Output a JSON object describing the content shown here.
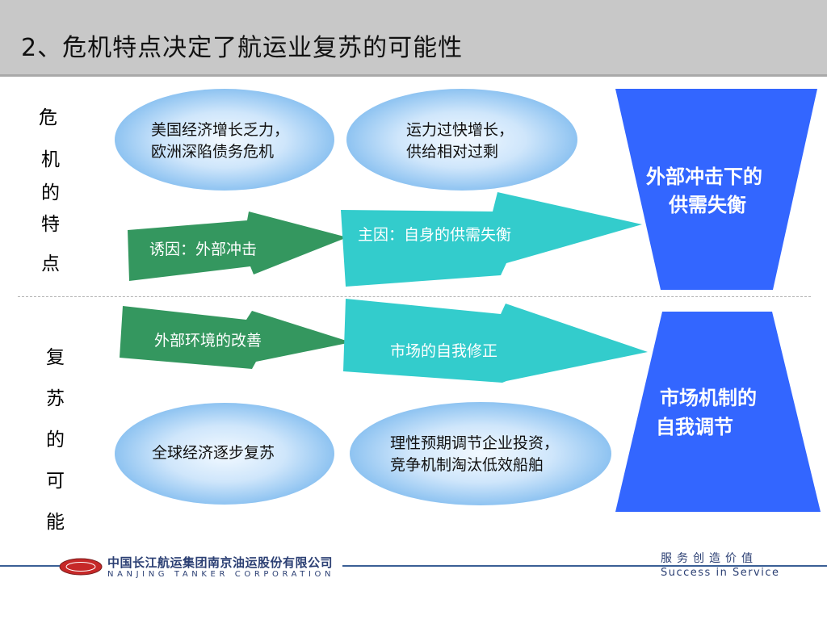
{
  "title": "2、危机特点决定了航运业复苏的可能性",
  "side_labels": {
    "crisis": [
      "危",
      "机",
      "的",
      "特",
      "点"
    ],
    "recovery": [
      "复",
      "苏",
      "的",
      "可",
      "能"
    ]
  },
  "crisis": {
    "ellipse_left": [
      "美国经济增长乏力，",
      "欧洲深陷债务危机"
    ],
    "ellipse_right": [
      "运力过快增长，",
      "供给相对过剩"
    ],
    "arrow_small": "诱因：外部冲击",
    "arrow_large": "主因：自身的供需失衡",
    "result": [
      "外部冲击下的",
      "供需失衡"
    ]
  },
  "recovery": {
    "arrow_small": "外部环境的改善",
    "arrow_large": "市场的自我修正",
    "ellipse_left": [
      "全球经济逐步复苏"
    ],
    "ellipse_right": [
      "理性预期调节企业投资，",
      "竞争机制淘汰低效船舶"
    ],
    "result": [
      "市场机制的",
      "自我调节"
    ]
  },
  "footer": {
    "company_cn": "中国长江航运集团南京油运股份有限公司",
    "company_en": "NANJING TANKER CORPORATION",
    "slogan_cn": "服务创造价值",
    "slogan_en": "Success in Service"
  },
  "colors": {
    "header_bg": "#c8c8c8",
    "ellipse_center": "#f2f9ff",
    "ellipse_edge": "#8ec3f1",
    "arrow_green": "#34975f",
    "arrow_teal": "#33cccc",
    "funnel_blue": "#3366ff",
    "footer_blue": "#2b3f73"
  }
}
